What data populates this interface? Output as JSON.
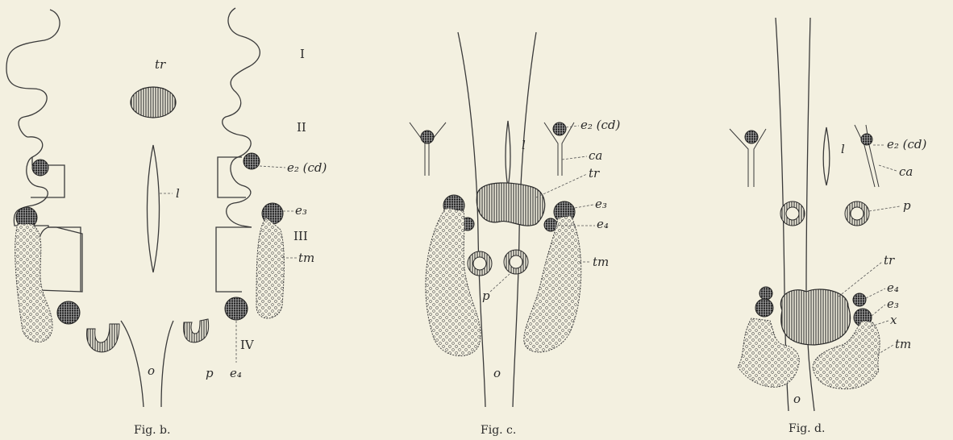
{
  "figures": [
    {
      "caption": "Fig. b.",
      "labels": {
        "tr": "tr",
        "l": "l",
        "e2": "e₂ (cd)",
        "e3": "e₃",
        "tm": "tm",
        "o": "o",
        "p": "p",
        "e4": "e₄",
        "seg1": "I",
        "seg2": "II",
        "seg3": "III",
        "seg4": "IV"
      }
    },
    {
      "caption": "Fig. c.",
      "labels": {
        "l": "l",
        "e2": "e₂ (cd)",
        "ca": "ca",
        "tr": "tr",
        "e3": "e₃",
        "e4": "e₄",
        "tm": "tm",
        "p": "p",
        "o": "o"
      }
    },
    {
      "caption": "Fig. d.",
      "labels": {
        "l": "l",
        "e2": "e₂ (cd)",
        "ca": "ca",
        "p": "p",
        "tr": "tr",
        "e4": "e₄",
        "e3": "e₃",
        "x": "x",
        "tm": "tm",
        "o": "o"
      }
    }
  ],
  "colors": {
    "paper": "#f3f0e0",
    "ink": "#3a3a3a"
  }
}
